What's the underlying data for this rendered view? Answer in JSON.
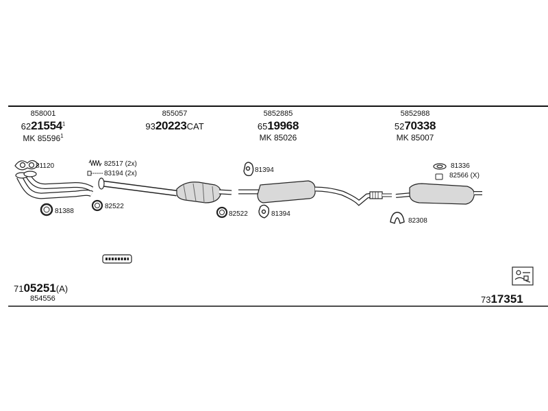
{
  "columns": [
    {
      "top": "858001",
      "big_prefix": "62",
      "big_bold": "21554",
      "big_suffix": "1",
      "mk": "MK 85596",
      "mk_suffix": "1"
    },
    {
      "top": "855057",
      "big_prefix": "93",
      "big_bold": "20223",
      "big_suffix": "CAT",
      "mk": "",
      "mk_suffix": ""
    },
    {
      "top": "5852885",
      "big_prefix": "65",
      "big_bold": "19968",
      "big_suffix": "",
      "mk": "MK 85026",
      "mk_suffix": ""
    },
    {
      "top": "5852988",
      "big_prefix": "52",
      "big_bold": "70338",
      "big_suffix": "",
      "mk": "MK 85007",
      "mk_suffix": ""
    }
  ],
  "parts": {
    "p81120": "81120",
    "p81388": "81388",
    "p82517": "82517 (2x)",
    "p83194": "83194 (2x)",
    "p82522a": "82522",
    "p82522b": "82522",
    "p81394a": "81394",
    "p81394b": "81394",
    "p81336": "81336",
    "p82566": "82566 (X)",
    "p82308": "82308"
  },
  "footer": {
    "left_prefix": "71",
    "left_bold": "05251",
    "left_suffix": "(A)",
    "left_sub": "854556",
    "right_prefix": "73",
    "right_bold": "17351"
  },
  "icons": {
    "gasket": "gasket-icon",
    "ring": "ring-icon",
    "spring": "spring-icon",
    "clamp": "clamp-icon",
    "hanger": "rubber-hanger-icon",
    "mounting_kit": "mounting-kit-icon"
  }
}
